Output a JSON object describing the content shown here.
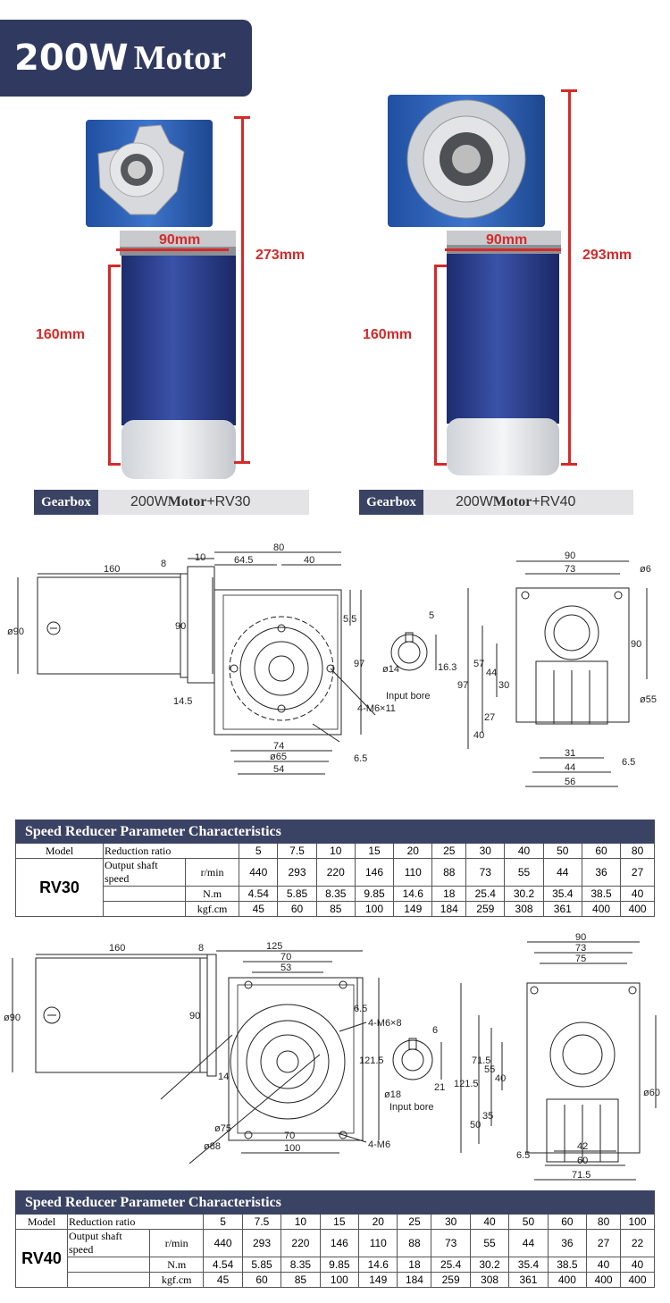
{
  "banner": {
    "power": "200W",
    "word": "Motor"
  },
  "photo_rv30": {
    "width": "90mm",
    "total_height": "273mm",
    "motor_height": "160mm"
  },
  "photo_rv40": {
    "width": "90mm",
    "total_height": "293mm",
    "motor_height": "160mm"
  },
  "gearbox_rv30": {
    "tag": "Gearbox",
    "value_prefix": "200W",
    "value_motor": "Motor",
    "value_suffix": "+RV30"
  },
  "gearbox_rv40": {
    "tag": "Gearbox",
    "value_prefix": "200W",
    "value_motor": "Motor",
    "value_suffix": "+RV40"
  },
  "drawing_rv30": {
    "d160": "160",
    "d8": "8",
    "d10": "10",
    "d80": "80",
    "d64_5": "64.5",
    "d40": "40",
    "d90": "90",
    "dphi90": "ø90",
    "d5_5": "5.5",
    "d97": "97",
    "d14_5": "14.5",
    "d74": "74",
    "dphi65": "ø65",
    "d54": "54",
    "d6_5": "6.5",
    "bolt": "4-M6×11",
    "bore_key": "5",
    "bore_dia": "ø14",
    "bore_depth": "16.3",
    "bore_label": "Input bore",
    "s90": "90",
    "s73": "73",
    "sphi6": "ø6",
    "s57": "57",
    "s44": "44",
    "s30": "30",
    "s97": "97",
    "s27": "27",
    "s40": "40",
    "sv90": "90",
    "sphi55": "ø55",
    "s6_5": "6.5",
    "s31": "31",
    "s44b": "44",
    "s56": "56"
  },
  "table_rv30": {
    "title": "Speed Reducer Parameter Characteristics",
    "model_header": "Model",
    "ratio_header": "Reduction ratio",
    "speed_header": "Output shaft speed",
    "model": "RV30",
    "ratios": [
      "5",
      "7.5",
      "10",
      "15",
      "20",
      "25",
      "30",
      "40",
      "50",
      "60",
      "80"
    ],
    "rows": [
      {
        "unit": "r/min",
        "values": [
          "440",
          "293",
          "220",
          "146",
          "110",
          "88",
          "73",
          "55",
          "44",
          "36",
          "27"
        ]
      },
      {
        "unit": "N.m",
        "values": [
          "4.54",
          "5.85",
          "8.35",
          "9.85",
          "14.6",
          "18",
          "25.4",
          "30.2",
          "35.4",
          "38.5",
          "40"
        ]
      },
      {
        "unit": "kgf.cm",
        "values": [
          "45",
          "60",
          "85",
          "100",
          "149",
          "184",
          "259",
          "308",
          "361",
          "400",
          "400"
        ]
      }
    ]
  },
  "drawing_rv40": {
    "d160": "160",
    "d8": "8",
    "d125": "125",
    "d70": "70",
    "d53": "53",
    "d6_5": "6.5",
    "bolt1": "4-M6×8",
    "d90": "90",
    "dphi90": "ø90",
    "d121_5": "121.5",
    "d14": "14",
    "d70b": "70",
    "d100": "100",
    "dphi75": "ø75",
    "dphi88": "ø88",
    "bolt2": "4-M6",
    "bore_key": "6",
    "bore_dia": "ø18",
    "bore_depth": "21",
    "bore_label": "Input bore",
    "s90": "90",
    "s73": "73",
    "s75": "75",
    "s71_5": "71.5",
    "s121_5": "121.5",
    "s55": "55",
    "s40": "40",
    "s35": "35",
    "s50": "50",
    "sphi60": "ø60",
    "s6_5": "6.5",
    "s42": "42",
    "s60": "60",
    "s71_5b": "71.5"
  },
  "table_rv40": {
    "title": "Speed Reducer Parameter Characteristics",
    "model_header": "Model",
    "ratio_header": "Reduction ratio",
    "speed_header": "Output shaft speed",
    "model": "RV40",
    "ratios": [
      "5",
      "7.5",
      "10",
      "15",
      "20",
      "25",
      "30",
      "40",
      "50",
      "60",
      "80",
      "100"
    ],
    "rows": [
      {
        "unit": "r/min",
        "values": [
          "440",
          "293",
          "220",
          "146",
          "110",
          "88",
          "73",
          "55",
          "44",
          "36",
          "27",
          "22"
        ]
      },
      {
        "unit": "N.m",
        "values": [
          "4.54",
          "5.85",
          "8.35",
          "9.85",
          "14.6",
          "18",
          "25.4",
          "30.2",
          "35.4",
          "38.5",
          "40",
          "40"
        ]
      },
      {
        "unit": "kgf.cm",
        "values": [
          "45",
          "60",
          "85",
          "100",
          "149",
          "184",
          "259",
          "308",
          "361",
          "400",
          "400",
          "400"
        ]
      }
    ]
  },
  "colors": {
    "navy": "#303a60",
    "dim_red": "#d42a2a",
    "gearbox_blue": "#2a5cae",
    "motor_blue": "#283c8e"
  }
}
